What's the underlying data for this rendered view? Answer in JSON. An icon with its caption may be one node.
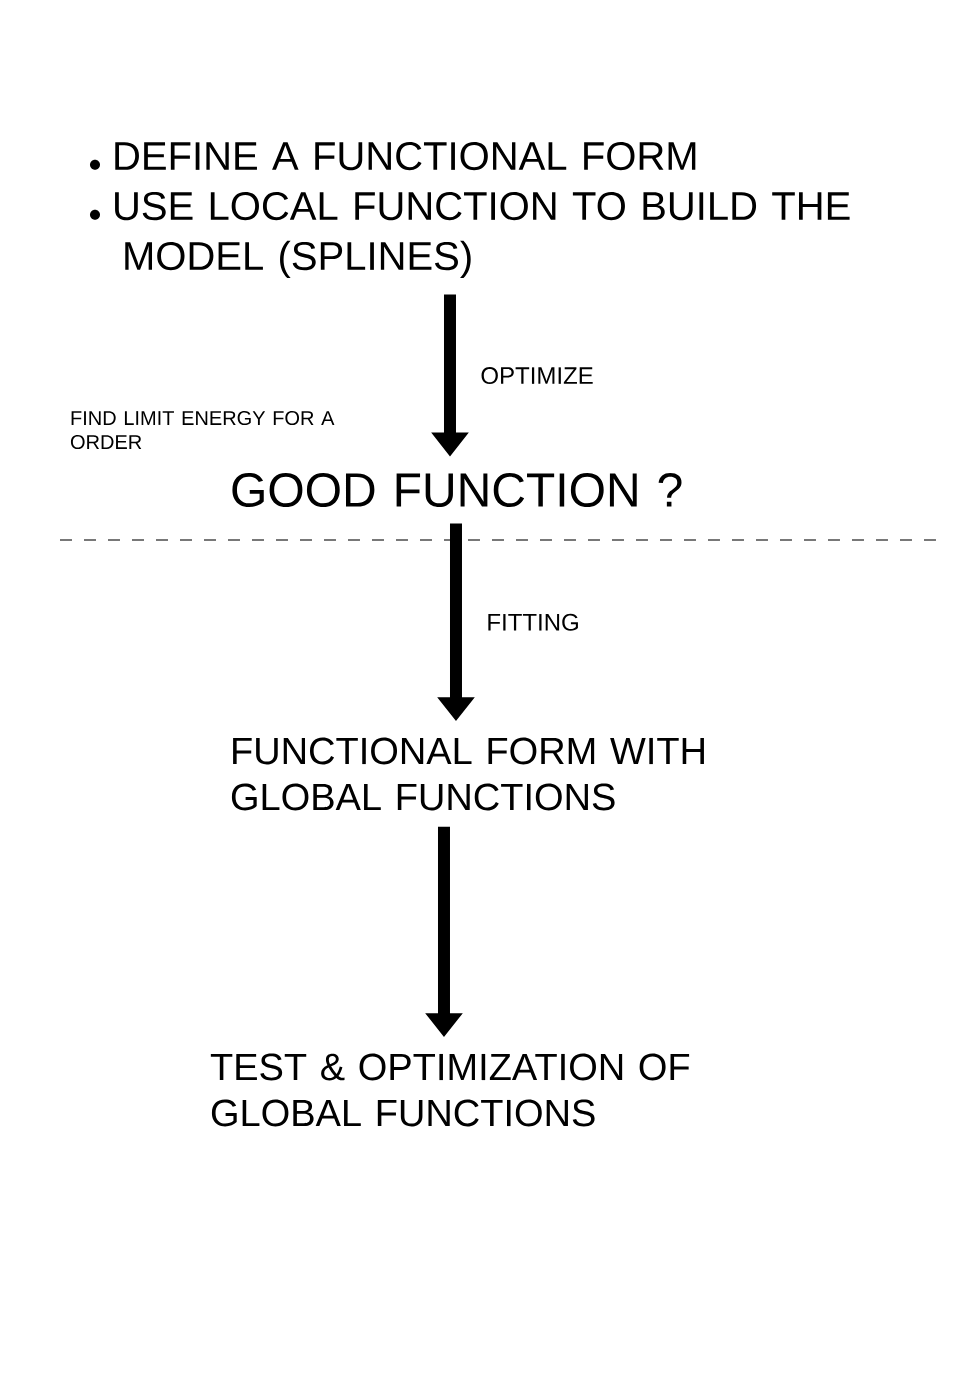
{
  "diagram": {
    "nodes": [
      {
        "text": [
          "DEFINE A FUNCTIONAL FORM",
          "USE LOCAL FUNCTION TO BUILD THE MODEL (SPLINES)"
        ]
      },
      {
        "text": [
          "GOOD FUNCTION ?"
        ]
      },
      {
        "text": [
          "FUNCTIONAL FORM WITH GLOBAL FUNCTIONS"
        ]
      },
      {
        "text": [
          "TEST & OPTIMIZATION OF GLOBAL FUNCTIONS"
        ]
      }
    ],
    "edges": [
      {
        "from": 0,
        "to": 1,
        "arrow": "to",
        "label": "OPTIMIZE"
      },
      {
        "from": 1,
        "to": 2,
        "arrow": "to",
        "label": "FITTING"
      },
      {
        "from": 2,
        "to": 3,
        "arrow": "to"
      }
    ],
    "labels": [
      "FIND LIMIT ENERGY FOR A ORDER"
    ]
  }
}
